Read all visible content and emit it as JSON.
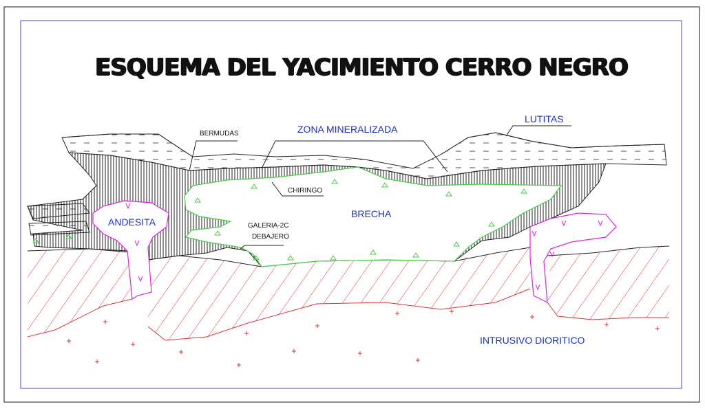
{
  "title": "ESQUEMA DEL YACIMIENTO CERRO NEGRO",
  "labels": {
    "zona_mineralizada": "ZONA MINERALIZADA",
    "lutitas": "LUTITAS",
    "bermudas": "BERMUDAS",
    "chiringo": "CHIRINGO",
    "brecha": "BRECHA",
    "andesita": "ANDESITA",
    "galeria_line1": "GALERIA-2C",
    "galeria_line2": "DEBAJERO",
    "intrusivo": "INTRUSIVO DIORITICO"
  },
  "colors": {
    "frame": "#1a1a1a",
    "inner_frame": "#4b4bb0",
    "blue_text": "#1a2fd0",
    "brecha_outline": "#44cc44",
    "andesita_outline": "#e020e0",
    "intrusive_hatch": "#e03030"
  }
}
